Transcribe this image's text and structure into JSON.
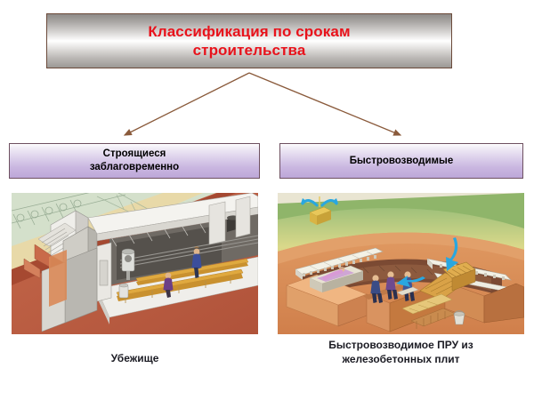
{
  "slide": {
    "title": "Классификация по срокам\nстроительства",
    "title_color": "#e8121b",
    "background_color": "#ffffff"
  },
  "categories": [
    {
      "id": "planned",
      "label": "Строящиеся\nзаблаговременно",
      "box_color": "#c9b6e0",
      "caption": "Убежище"
    },
    {
      "id": "rapid",
      "label": "Быстровозводимые",
      "box_color": "#c9b6e0",
      "caption": "Быстровозводимое ПРУ из\nжелезобетонных плит"
    }
  ],
  "connectors": {
    "color": "#8a5a3b",
    "type": "arrow"
  },
  "illustrations": {
    "left": {
      "name": "underground-shelter-cutaway",
      "description": "Изометрический разрез подземного убежища со входной лестницей, тамбуром, вентиляцией и скамьями",
      "ground_color": "#b8563c",
      "grass_color": "#cfdcc8",
      "structure_color": "#e8e6e1",
      "bench_color": "#d9a646",
      "people": 2
    },
    "right": {
      "name": "rapid-built-shelter-cutaway",
      "description": "Изометрический разрез быстровозводимого ПРУ из железобетонных плит с приточной вентиляцией",
      "ground_color": "#d98a52",
      "grass_color": "#b9c77f",
      "slab_color": "#f2efe6",
      "airflow_arrow_color": "#29a7e0",
      "people": 4
    }
  }
}
